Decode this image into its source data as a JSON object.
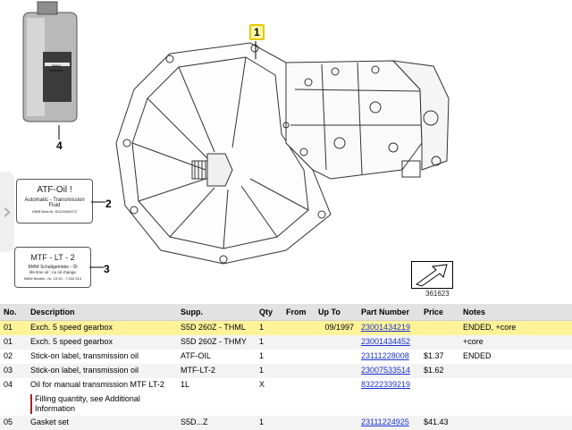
{
  "diagram": {
    "callouts": [
      "1",
      "2",
      "3",
      "4"
    ],
    "label_atf": {
      "title": "ATF-Oil !",
      "line1": "Automatic - Transmission",
      "line2": "Fluid",
      "line3": "HWB Best.Nr. 81229400272"
    },
    "label_mtf": {
      "title": "MTF - LT - 2",
      "line1": "BMW Schaltgetriebe - Öl",
      "line2": "life time oil ; no oil change",
      "line3": "BMW Bestell - Nr. 23 00 - 7 533 513"
    },
    "oil_can_label": "BMW Getriebe",
    "reference_code": "361623",
    "side_tab_icon": "chevron-right-icon",
    "highlight_color": "#fff39a"
  },
  "table": {
    "headers": [
      "No.",
      "Description",
      "Supp.",
      "Qty",
      "From",
      "Up To",
      "Part Number",
      "Price",
      "Notes"
    ],
    "rows": [
      {
        "no": "01",
        "desc": "Exch. 5 speed gearbox",
        "supp": "S5D 260Z - THML",
        "qty": "1",
        "from": "",
        "upto": "09/1997",
        "part": "23001434219",
        "price": "",
        "notes": "ENDED, +core"
      },
      {
        "no": "01",
        "desc": "Exch. 5 speed gearbox",
        "supp": "S5D 260Z - THMY",
        "qty": "1",
        "from": "",
        "upto": "",
        "part": "23001434452",
        "price": "",
        "notes": "+core"
      },
      {
        "no": "02",
        "desc": "Stick-on label, transmission oil",
        "supp": "ATF-OIL",
        "qty": "1",
        "from": "",
        "upto": "",
        "part": "23111228008",
        "price": "$1.37",
        "notes": "ENDED"
      },
      {
        "no": "03",
        "desc": "Stick-on label, transmission oil",
        "supp": "MTF-LT-2",
        "qty": "1",
        "from": "",
        "upto": "",
        "part": "23007533514",
        "price": "$1.62",
        "notes": ""
      },
      {
        "no": "04",
        "desc": "Oil for manual transmission MTF LT-2",
        "supp": "1L",
        "qty": "X",
        "from": "",
        "upto": "",
        "part": "83222339219",
        "price": "",
        "notes": ""
      },
      {
        "note": "Filling quantity, see Additional Information"
      },
      {
        "no": "05",
        "desc": "Gasket set",
        "supp": "S5D...Z",
        "qty": "1",
        "from": "",
        "upto": "",
        "part": "23111224925",
        "price": "$41.43",
        "notes": ""
      }
    ]
  }
}
